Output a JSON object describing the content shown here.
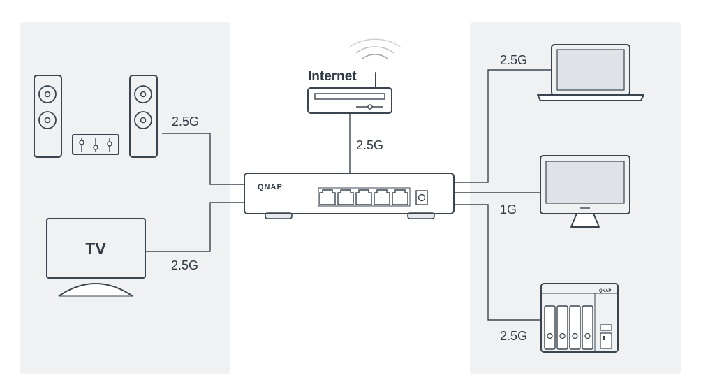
{
  "internet_label": "Internet",
  "tv_label": "TV",
  "switch_brand": "QNAP",
  "nas_brand": "QNAP",
  "links": {
    "router": "2.5G",
    "speakers": "2.5G",
    "tv": "2.5G",
    "laptop": "2.5G",
    "monitor": "1G",
    "nas": "2.5G"
  },
  "colors": {
    "panel": "#f0f1f3",
    "stroke": "#3a4550",
    "screen": "#dfe2e6",
    "device_fill": "#ffffff"
  }
}
